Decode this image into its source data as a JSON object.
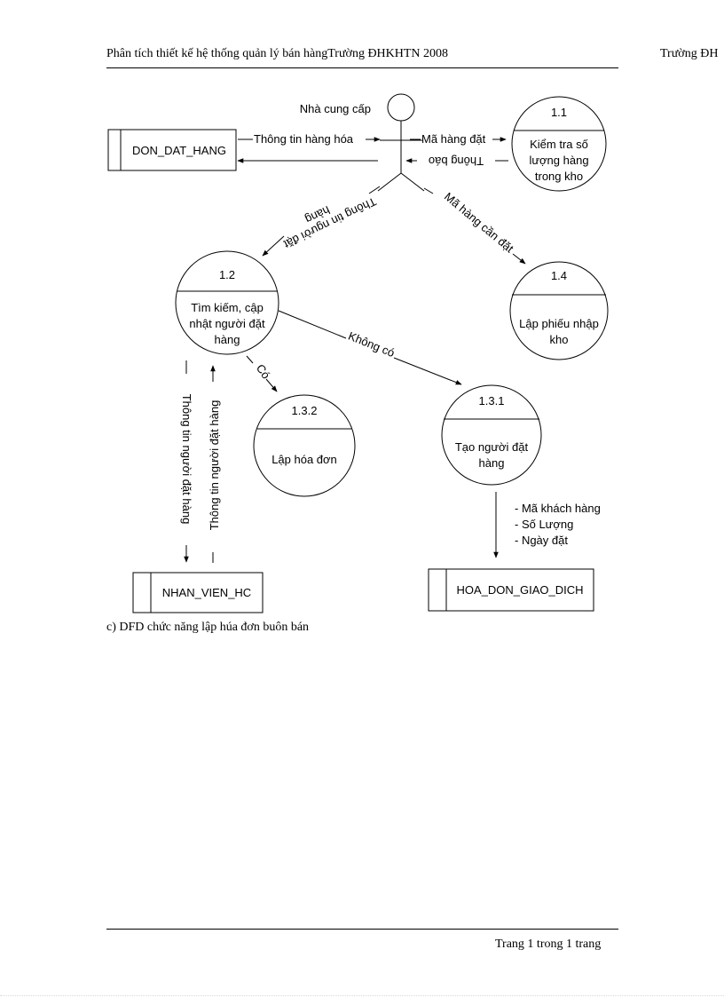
{
  "header": {
    "left": "Phân tích thiết kế hệ thống quản lý bán hàngTrường  ĐHKHTN 2008",
    "right": "Trường ĐH"
  },
  "diagram": {
    "actor": {
      "label": "Nhà cung cấp"
    },
    "stores": {
      "don_dat_hang": "DON_DAT_HANG",
      "nhan_vien_hc": "NHAN_VIEN_HC",
      "hoa_don_giao_dich": "HOA_DON_GIAO_DICH"
    },
    "processes": {
      "p11": {
        "id": "1.1",
        "lines": [
          "Kiểm tra số",
          "lượng hàng",
          "trong kho"
        ]
      },
      "p12": {
        "id": "1.2",
        "lines": [
          "Tìm kiếm, cập",
          "nhật người đặt",
          "hàng"
        ]
      },
      "p14": {
        "id": "1.4",
        "lines": [
          "Lập phiếu nhập",
          "kho"
        ]
      },
      "p132": {
        "id": "1.3.2",
        "lines": [
          "Lập hóa đơn"
        ]
      },
      "p131": {
        "id": "1.3.1",
        "lines": [
          "Tạo người đặt",
          "hàng"
        ]
      }
    },
    "flows": {
      "thong_tin_hang_hoa": "Thông tin hàng hóa",
      "ma_hang_dat": "Mã hàng đặt",
      "thong_bao": "Thông báo",
      "thong_tin_nguoi_dat_hang_a": "Thông tin người đặt",
      "thong_tin_nguoi_dat_hang_b": "hàng",
      "ma_hang_can_dat": "Mã hàng cần đặt",
      "khong_co": "Không có",
      "co": "Có",
      "thong_tin_nguoi_dat_hang_down": "Thông tin người đặt hàng",
      "thong_tin_nguoi_dat_hang_up": "Thông tin người đặt hàng",
      "hoa_don_fields": [
        "- Mã khách hàng",
        "- Số Lượng",
        "- Ngày đặt"
      ]
    }
  },
  "caption": "c) DFD chức năng lập húa đơn buôn bán",
  "footer": "Trang  1 trong  1 trang"
}
